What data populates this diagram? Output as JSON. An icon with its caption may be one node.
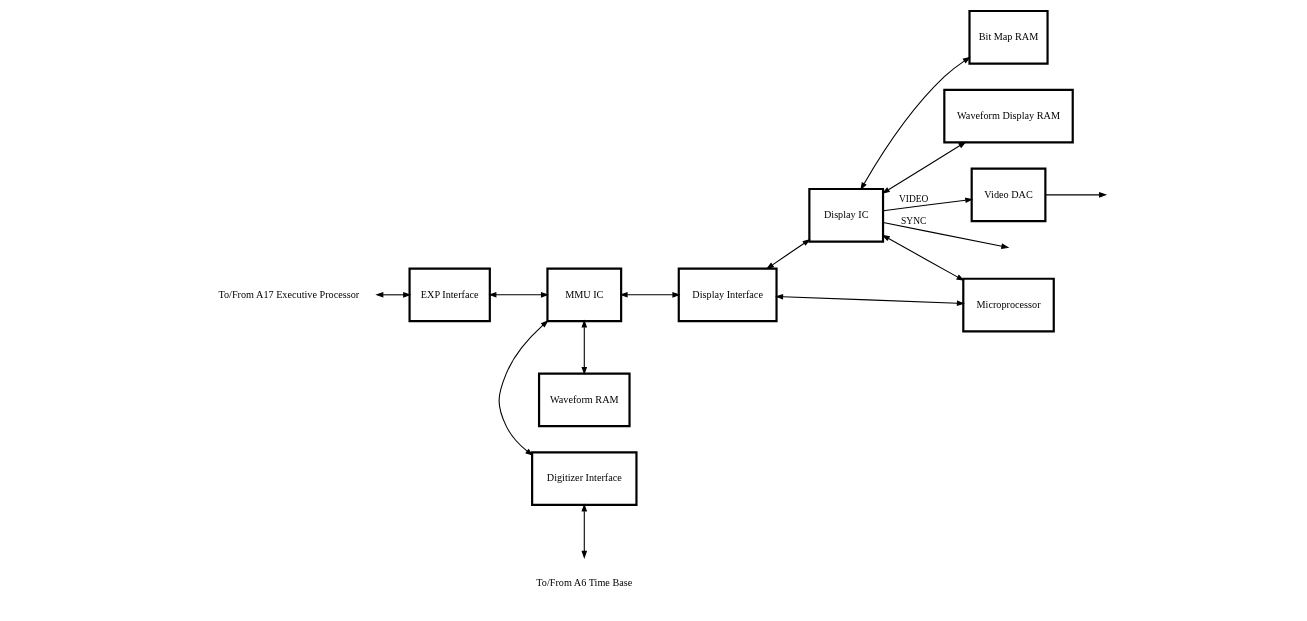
{
  "diagram": {
    "nodes": [
      {
        "text": [
          "To/From A17 Executive Processor"
        ]
      },
      {
        "text": [
          "EXP Interface"
        ]
      },
      {
        "text": [
          "To/From A6 Time Base"
        ]
      },
      {
        "text": [
          "Digitizer Interface"
        ]
      },
      {
        "text": [
          "MMU IC"
        ]
      },
      {
        "text": [
          "Waveform RAM"
        ]
      },
      {
        "text": [
          "Display Interface"
        ]
      },
      {
        "text": [
          "Display IC"
        ]
      },
      {
        "text": [
          "Microprocessor"
        ]
      },
      {
        "text": [
          "Bit Map RAM"
        ]
      },
      {
        "text": [
          "Waveform Display RAM"
        ]
      },
      {
        "text": [
          "Video DAC"
        ]
      }
    ],
    "edges": [
      {
        "from": 0,
        "to": 1,
        "arrow": "both"
      },
      {
        "from": 1,
        "to": 4,
        "arrow": "both"
      },
      {
        "from": 2,
        "to": 3,
        "arrow": "both"
      },
      {
        "from": 3,
        "to": 4,
        "arrow": "both"
      },
      {
        "from": 4,
        "to": 5,
        "arrow": "both"
      },
      {
        "from": 4,
        "to": 6,
        "arrow": "both"
      },
      {
        "from": 6,
        "to": 7,
        "arrow": "both"
      },
      {
        "from": 6,
        "to": 8,
        "arrow": "both"
      },
      {
        "from": 8,
        "to": 7,
        "arrow": "both"
      },
      {
        "from": 7,
        "to": 9,
        "arrow": "both"
      },
      {
        "from": 7,
        "to": 10,
        "arrow": "both"
      },
      {
        "from": 7,
        "to": null,
        "arrow": "to",
        "label": "SYNC"
      },
      {
        "from": 7,
        "to": 11,
        "arrow": "to",
        "label": "VIDEO"
      },
      {
        "from": 11,
        "to": null,
        "arrow": "to"
      }
    ]
  }
}
